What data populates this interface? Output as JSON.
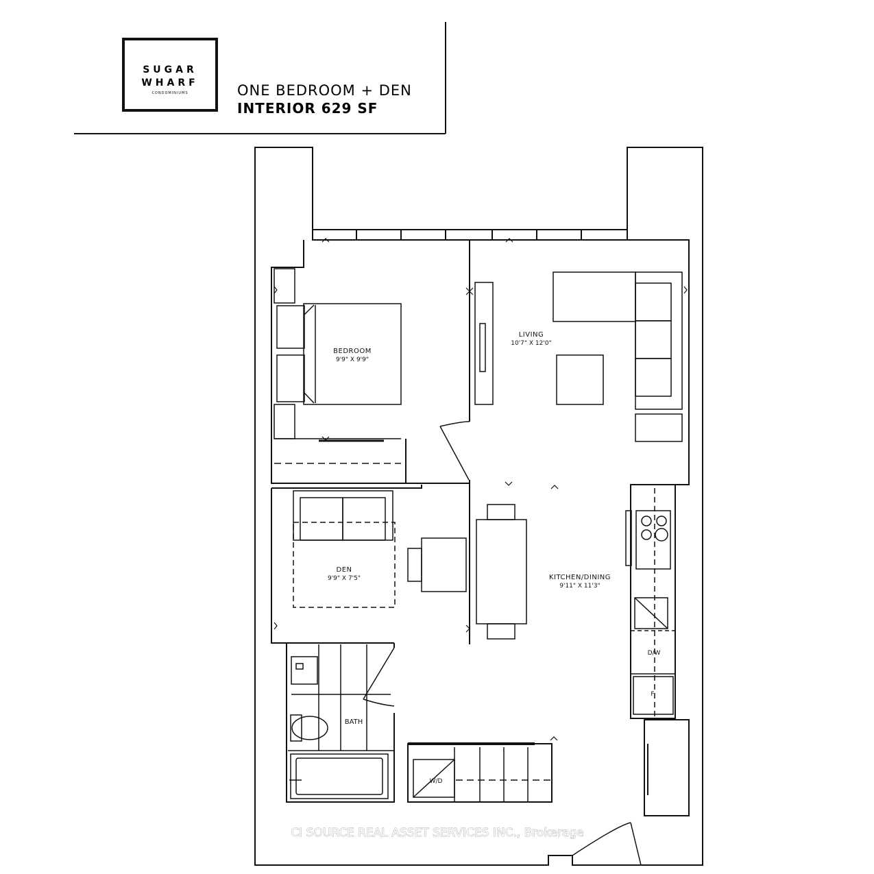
{
  "header": {
    "logo": {
      "line1": "SUGAR",
      "line2": "WHARF",
      "line3": "CONDOMINIUMS"
    },
    "unit_type": "ONE BEDROOM + DEN",
    "interior_area": "INTERIOR 629 SF"
  },
  "rooms": {
    "bedroom": {
      "name": "BEDROOM",
      "dims": "9'9\" X 9'9\""
    },
    "living": {
      "name": "LIVING",
      "dims": "10'7\" X 12'0\""
    },
    "den": {
      "name": "DEN",
      "dims": "9'9\" X 7'5\""
    },
    "kitchen_dining": {
      "name": "KITCHEN/DINING",
      "dims": "9'11\" X 11'3\""
    },
    "bath": {
      "name": "BATH"
    }
  },
  "appliances": {
    "dishwasher": "D/W",
    "fridge": "F",
    "washer_dryer": "W/D"
  },
  "watermark": "CI SOURCE REAL ASSET SERVICES INC., Brokerage",
  "colors": {
    "line": "#111111",
    "watermark": "#ffffff"
  }
}
